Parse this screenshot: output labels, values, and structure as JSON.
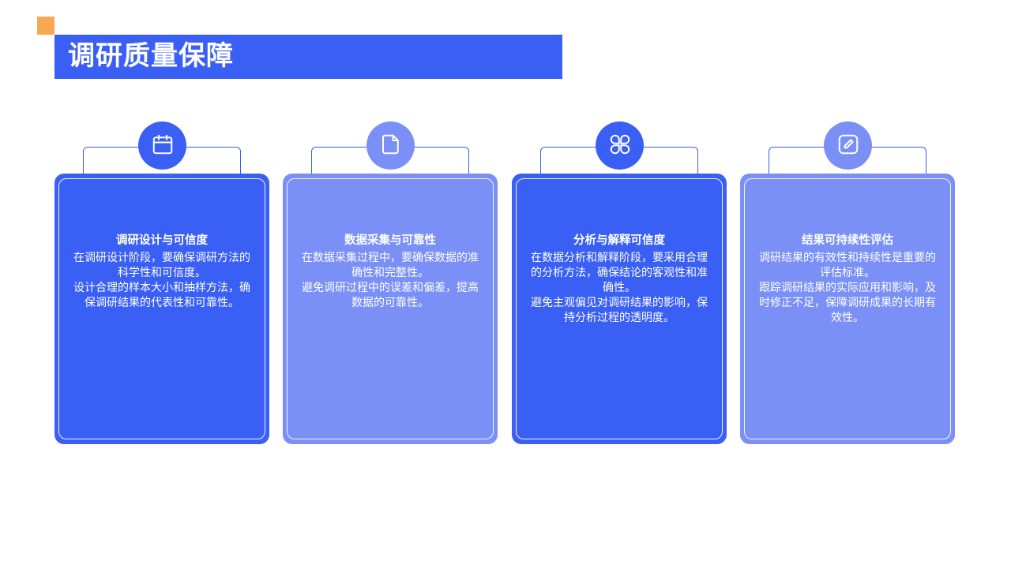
{
  "title": "调研质量保障",
  "colors": {
    "accent": "#F9A852",
    "primary": "#3A5FF4",
    "light": "#7A90F6"
  },
  "cards": [
    {
      "icon": "calendar-icon",
      "title": "调研设计与可信度",
      "paragraphs": [
        "在调研设计阶段，要确保调研方法的科学性和可信度。",
        "设计合理的样本大小和抽样方法，确保调研结果的代表性和可靠性。"
      ]
    },
    {
      "icon": "document-icon",
      "title": "数据采集与可靠性",
      "paragraphs": [
        "在数据采集过程中，要确保数据的准确性和完整性。",
        "避免调研过程中的误差和偏差，提高数据的可靠性。"
      ]
    },
    {
      "icon": "command-icon",
      "title": "分析与解释可信度",
      "paragraphs": [
        "在数据分析和解释阶段，要采用合理的分析方法，确保结论的客观性和准确性。",
        "避免主观偏见对调研结果的影响，保持分析过程的透明度。"
      ]
    },
    {
      "icon": "edit-icon",
      "title": "结果可持续性评估",
      "paragraphs": [
        "调研结果的有效性和持续性是重要的评估标准。",
        "跟踪调研结果的实际应用和影响，及时修正不足，保障调研成果的长期有效性。"
      ]
    }
  ]
}
